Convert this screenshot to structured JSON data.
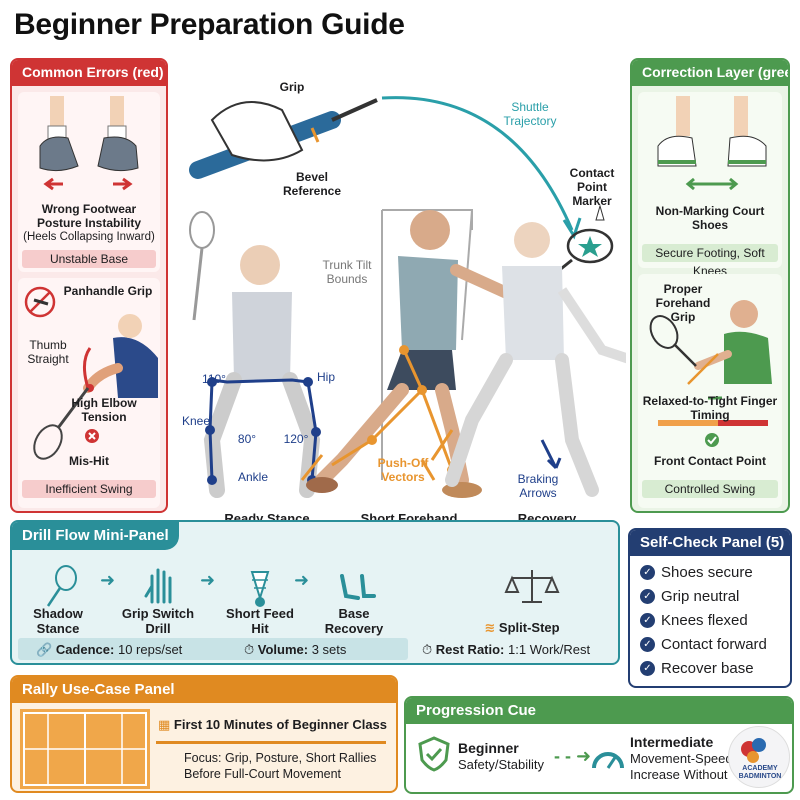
{
  "title": "Beginner Preparation Guide",
  "errors_panel": {
    "header": "Common Errors (red)",
    "footwear_label": "Wrong Footwear",
    "posture_label": "Posture Instability",
    "posture_detail": "(Heels Collapsing Inward)",
    "base_strip": "Unstable Base",
    "grip_label": "Panhandle Grip",
    "thumb_label": "Thumb Straight",
    "elbow_label": "High Elbow Tension",
    "mishit_label": "Mis-Hit",
    "swing_strip": "Inefficient Swing"
  },
  "center": {
    "grip_label": "Grip",
    "bevel_label": "Bevel Reference",
    "trajectory_label": "Shuttle Trajectory",
    "contact_marker_label": "Contact Point Marker",
    "trunk_label": "Trunk Tilt Bounds",
    "hip_label": "Hip",
    "knee_label": "Knee",
    "ankle_label": "Ankle",
    "angle_110": "110°",
    "angle_80": "80°",
    "angle_120": "120°",
    "pushoff_label": "Push-Off Vectors",
    "braking_label": "Braking Arrows",
    "stage_1": "Ready Stance",
    "stage_2": "Short Forehand Contact",
    "stage_3": "Recovery"
  },
  "correction_panel": {
    "header": "Correction Layer (green)",
    "shoes_label": "Non-Marking Court Shoes",
    "footing_strip": "Secure Footing, Soft Knees",
    "grip_label": "Proper Forehand Grip",
    "timing_label": "Relaxed-to-Tight Finger Timing",
    "contact_label": "Front Contact Point",
    "swing_strip": "Controlled Swing"
  },
  "drill_panel": {
    "header": "Drill Flow Mini-Panel",
    "steps": [
      "Shadow Stance",
      "Grip Switch Drill",
      "Short Feed Hit",
      "Base Recovery"
    ],
    "split_step": "Split-Step",
    "cadence_label": "Cadence:",
    "cadence_value": "10 reps/set",
    "volume_label": "Volume:",
    "volume_value": "3 sets",
    "rest_label": "Rest Ratio:",
    "rest_value": "1:1 Work/Rest"
  },
  "self_check": {
    "header": "Self-Check Panel (5)",
    "items": [
      "Shoes secure",
      "Grip neutral",
      "Knees flexed",
      "Contact forward",
      "Recover base"
    ]
  },
  "rally_panel": {
    "header": "Rally Use-Case Panel",
    "title": "First 10 Minutes of Beginner Class",
    "focus_line_1": "Focus: Grip, Posture, Short Rallies",
    "focus_line_2": "Before Full-Court Movement"
  },
  "progression": {
    "header": "Progression Cue",
    "beginner_label": "Beginner",
    "beginner_detail": "Safety/Stability",
    "intermediate_label": "Intermediate",
    "intermediate_detail_1": "Movement-Speed",
    "intermediate_detail_2": "Increase Without"
  },
  "logo": {
    "text": "ACADEMY BADMINTON"
  },
  "colors": {
    "error": "#cf3434",
    "correct": "#4d9a4f",
    "drill": "#2a8f99",
    "check": "#233e72",
    "rally": "#e08a21",
    "joint": "#1f3f8a",
    "vector": "#e8952f"
  }
}
